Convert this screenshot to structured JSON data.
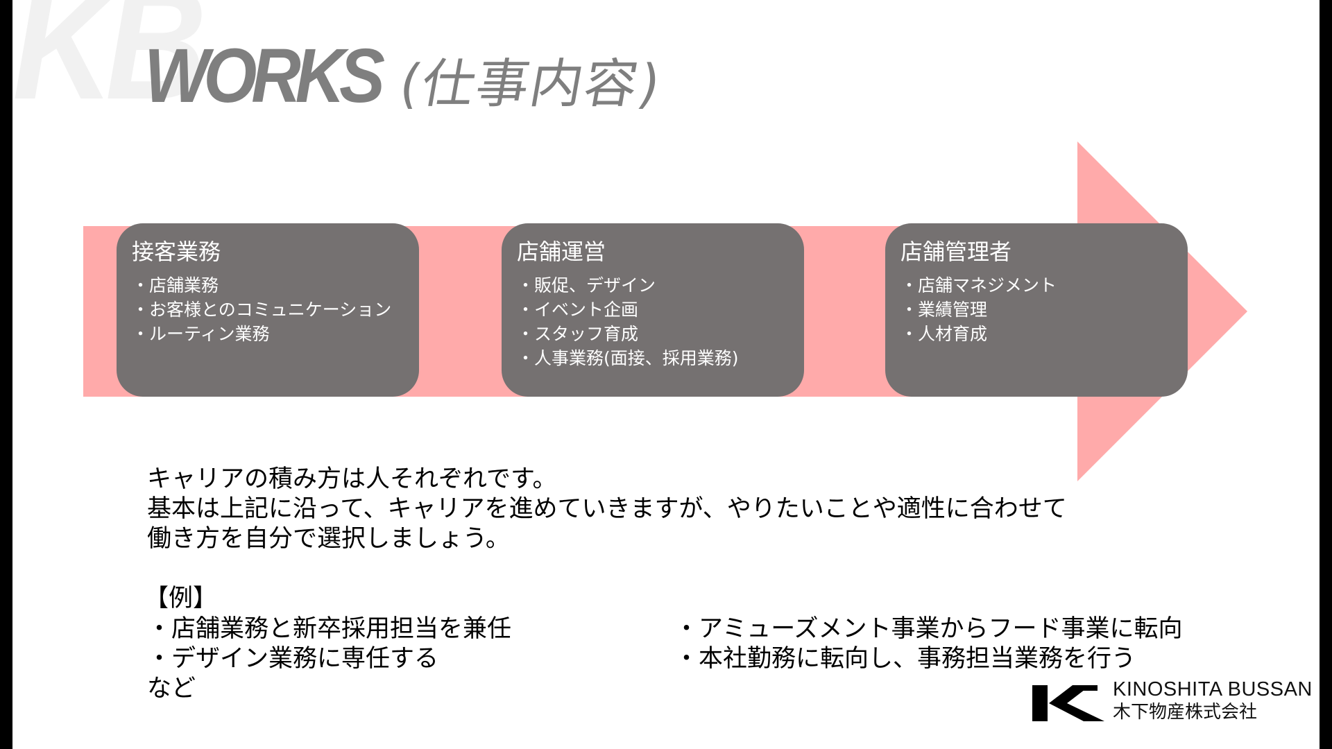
{
  "header": {
    "watermark": "KB",
    "title_main": "WORKS",
    "title_sub": "(仕事内容)"
  },
  "colors": {
    "arrow": "#ffaaaa",
    "card": "#757171",
    "title": "#7f7f7f",
    "watermark": "#f1f1f1"
  },
  "stages": [
    {
      "title": "接客業務",
      "items": [
        "店舗業務",
        "お客様とのコミュニケーション",
        "ルーティン業務"
      ]
    },
    {
      "title": "店舗運営",
      "items": [
        "販促、デザイン",
        "イベント企画",
        "スタッフ育成",
        "人事業務(面接、採用業務)"
      ]
    },
    {
      "title": "店舗管理者",
      "items": [
        "店舗マネジメント",
        "業績管理",
        "人材育成"
      ]
    }
  ],
  "body": {
    "lines": [
      "キャリアの積み方は人それぞれです。",
      "基本は上記に沿って、キャリアを進めていきますが、やりたいことや適性に合わせて",
      "働き方を自分で選択しましょう。"
    ],
    "examples_heading": "【例】",
    "examples_left": [
      "・店舗業務と新卒採用担当を兼任",
      "・デザイン業務に専任する",
      "など"
    ],
    "examples_right": [
      "・アミューズメント事業からフード事業に転向",
      "・本社勤務に転向し、事務担当業務を行う"
    ]
  },
  "logo": {
    "icon": "kinoshita-k-logo-icon",
    "name_en": "KINOSHITA BUSSAN",
    "name_jp": "木下物産株式会社"
  }
}
